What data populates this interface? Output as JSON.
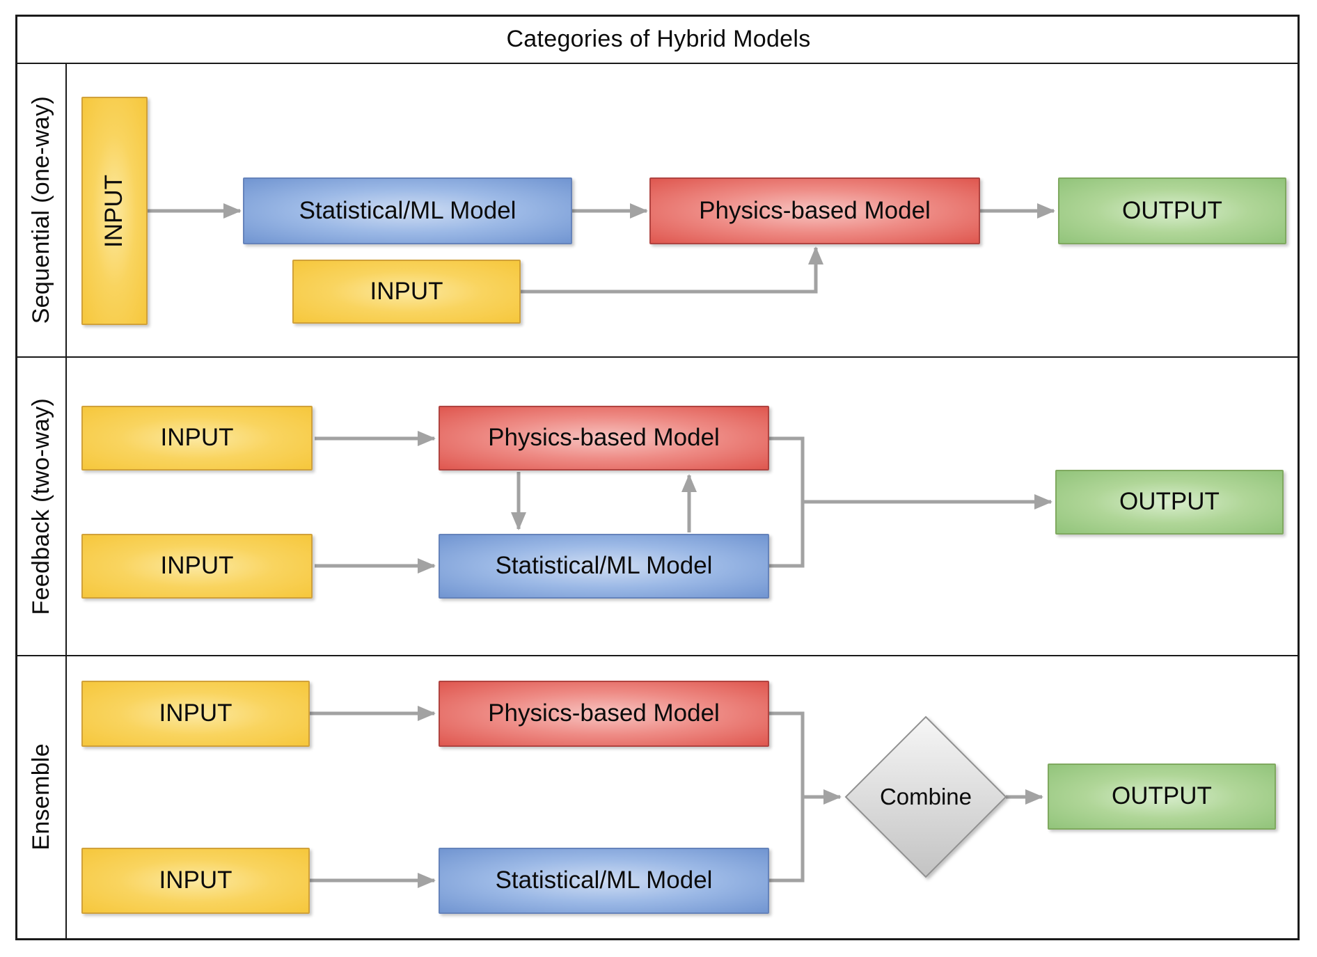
{
  "title": "Categories of Hybrid Models",
  "colors": {
    "input_fill": "#F6C73C",
    "statistical_ml_fill": "#7195D1",
    "physics_fill": "#DF574F",
    "output_fill": "#92C47B",
    "combine_fill": "#DCDCDC",
    "connector": "#A2A2A2",
    "grid_border": "#1A1A1A"
  },
  "rows": [
    {
      "id": "sequential",
      "label": "Sequential (one-way)",
      "nodes": {
        "input_main": "INPUT",
        "ml_model": "Statistical/ML Model",
        "physics_model": "Physics-based Model",
        "output": "OUTPUT",
        "input_secondary": "INPUT"
      }
    },
    {
      "id": "feedback",
      "label": "Feedback (two-way)",
      "nodes": {
        "input_top": "INPUT",
        "input_bottom": "INPUT",
        "physics_model": "Physics-based Model",
        "ml_model": "Statistical/ML Model",
        "output": "OUTPUT"
      }
    },
    {
      "id": "ensemble",
      "label": "Ensemble",
      "nodes": {
        "input_top": "INPUT",
        "input_bottom": "INPUT",
        "physics_model": "Physics-based Model",
        "ml_model": "Statistical/ML Model",
        "combine": "Combine",
        "output": "OUTPUT"
      }
    }
  ]
}
